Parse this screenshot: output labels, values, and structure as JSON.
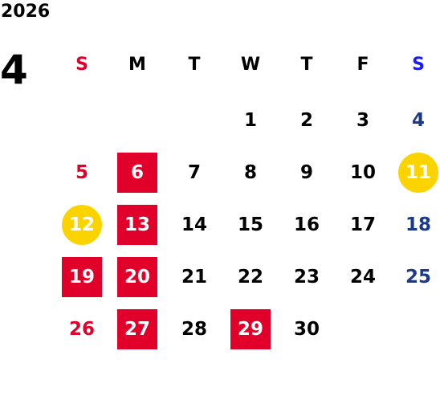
{
  "calendar": {
    "year": "2026",
    "month": "4",
    "weekdays": [
      "S",
      "M",
      "T",
      "W",
      "T",
      "F",
      "S"
    ],
    "weekday_colors": [
      "#e0002a",
      "#000000",
      "#000000",
      "#000000",
      "#000000",
      "#000000",
      "#1a1aff"
    ],
    "days": [
      {
        "d": "1",
        "wd": 3,
        "wk": 0,
        "hl": ""
      },
      {
        "d": "2",
        "wd": 4,
        "wk": 0,
        "hl": ""
      },
      {
        "d": "3",
        "wd": 5,
        "wk": 0,
        "hl": ""
      },
      {
        "d": "4",
        "wd": 6,
        "wk": 0,
        "hl": ""
      },
      {
        "d": "5",
        "wd": 0,
        "wk": 1,
        "hl": ""
      },
      {
        "d": "6",
        "wd": 1,
        "wk": 1,
        "hl": "red"
      },
      {
        "d": "7",
        "wd": 2,
        "wk": 1,
        "hl": ""
      },
      {
        "d": "8",
        "wd": 3,
        "wk": 1,
        "hl": ""
      },
      {
        "d": "9",
        "wd": 4,
        "wk": 1,
        "hl": ""
      },
      {
        "d": "10",
        "wd": 5,
        "wk": 1,
        "hl": ""
      },
      {
        "d": "11",
        "wd": 6,
        "wk": 1,
        "hl": "yellow"
      },
      {
        "d": "12",
        "wd": 0,
        "wk": 2,
        "hl": "yellow"
      },
      {
        "d": "13",
        "wd": 1,
        "wk": 2,
        "hl": "red"
      },
      {
        "d": "14",
        "wd": 2,
        "wk": 2,
        "hl": ""
      },
      {
        "d": "15",
        "wd": 3,
        "wk": 2,
        "hl": ""
      },
      {
        "d": "16",
        "wd": 4,
        "wk": 2,
        "hl": ""
      },
      {
        "d": "17",
        "wd": 5,
        "wk": 2,
        "hl": ""
      },
      {
        "d": "18",
        "wd": 6,
        "wk": 2,
        "hl": ""
      },
      {
        "d": "19",
        "wd": 0,
        "wk": 3,
        "hl": "red"
      },
      {
        "d": "20",
        "wd": 1,
        "wk": 3,
        "hl": "red"
      },
      {
        "d": "21",
        "wd": 2,
        "wk": 3,
        "hl": ""
      },
      {
        "d": "22",
        "wd": 3,
        "wk": 3,
        "hl": ""
      },
      {
        "d": "23",
        "wd": 4,
        "wk": 3,
        "hl": ""
      },
      {
        "d": "24",
        "wd": 5,
        "wk": 3,
        "hl": ""
      },
      {
        "d": "25",
        "wd": 6,
        "wk": 3,
        "hl": ""
      },
      {
        "d": "26",
        "wd": 0,
        "wk": 4,
        "hl": ""
      },
      {
        "d": "27",
        "wd": 1,
        "wk": 4,
        "hl": "red"
      },
      {
        "d": "28",
        "wd": 2,
        "wk": 4,
        "hl": ""
      },
      {
        "d": "29",
        "wd": 3,
        "wk": 4,
        "hl": "red"
      },
      {
        "d": "30",
        "wd": 4,
        "wk": 4,
        "hl": ""
      }
    ],
    "colors": {
      "sunday": "#e0002a",
      "saturday": "#1a3a8a",
      "weekday": "#000000",
      "holiday_bg": "#e0002a",
      "special_bg": "#fbd400"
    }
  }
}
